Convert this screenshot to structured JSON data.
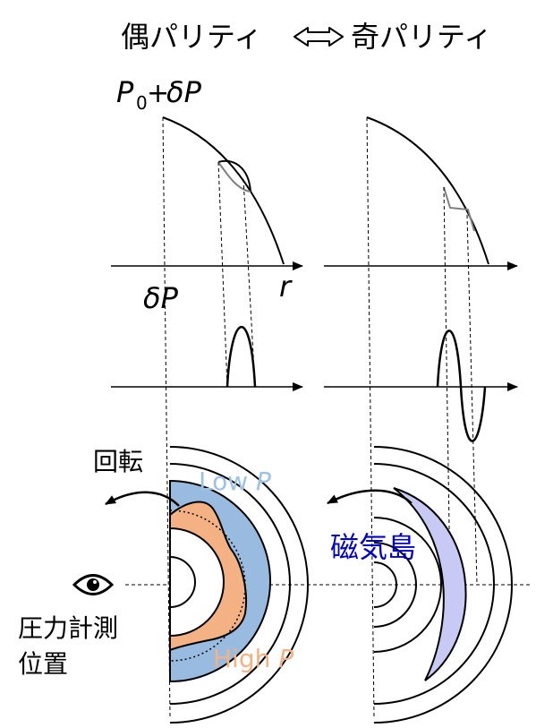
{
  "title": {
    "even": "偶パリティ",
    "odd": "奇パリティ"
  },
  "labels": {
    "pressure_p0": "P",
    "pressure_sub": "0",
    "pressure_plus": "+",
    "pressure_dp": "δP",
    "delta_p": "δP",
    "radius": "r",
    "rotation": "回転",
    "low_p_text": "Low ",
    "low_p_var": "P",
    "high_p_text": "High ",
    "high_p_var": "P",
    "magnetic_island": "磁気島",
    "measurement_line1": "圧力計測",
    "measurement_line2": "位置"
  },
  "icons": {
    "double_arrow": "double-arrow-icon",
    "eye": "eye-icon"
  },
  "colors": {
    "low_p": "#99bbe0",
    "low_p_text": "#9cc3e6",
    "high_p": "#f4b183",
    "high_p_text": "#f4b183",
    "island": "#c9c9f5",
    "island_text": "#0000cc",
    "curve_gray": "#808080"
  }
}
